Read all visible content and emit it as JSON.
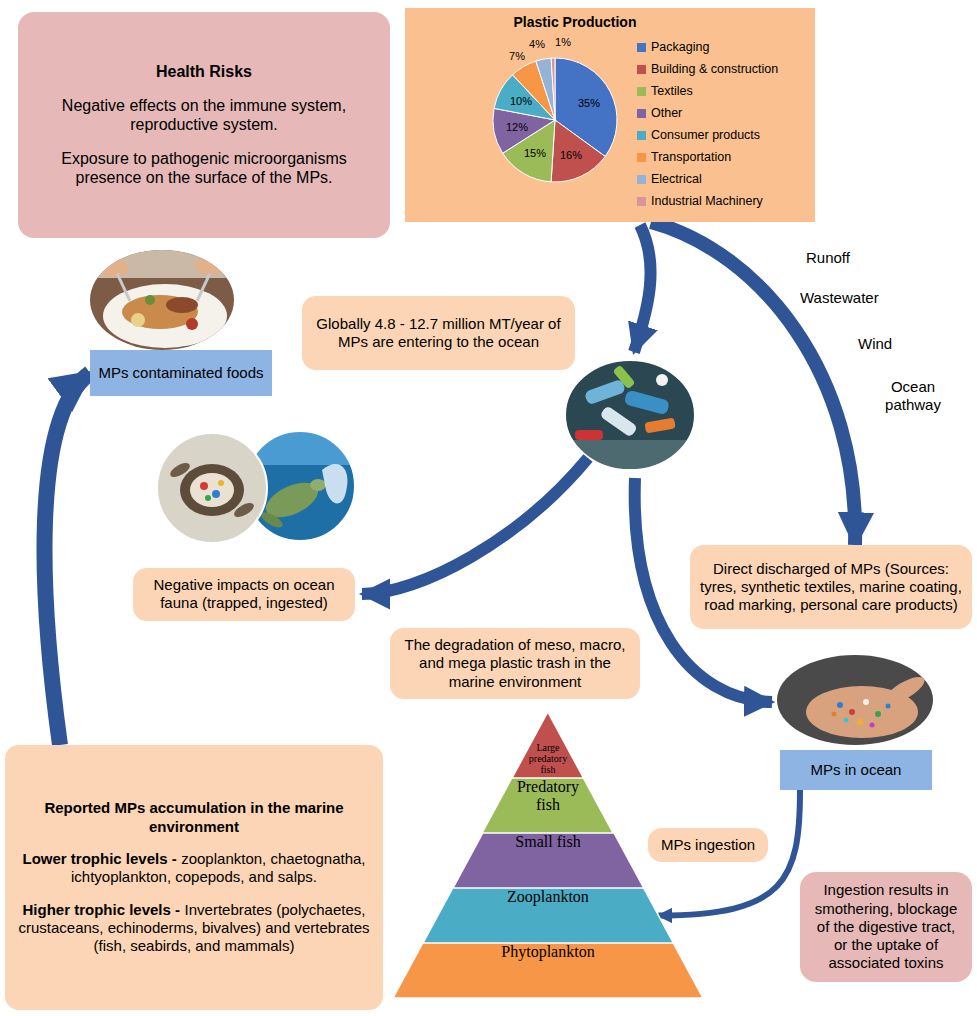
{
  "diagram": {
    "nodes": [
      {
        "text": [
          "Health Risks",
          "Negative effects on the immune system, reproductive system.",
          "Exposure to pathogenic microorganisms presence on the surface of the MPs."
        ]
      },
      {
        "text": [
          "Plastic Production"
        ]
      },
      {
        "text": [
          "MPs contaminated foods"
        ]
      },
      {
        "text": [
          "Globally 4.8 - 12.7 million MT/year of MPs are entering to the ocean"
        ]
      },
      {
        "text": [
          "Negative impacts on ocean fauna (trapped, ingested)"
        ]
      },
      {
        "text": [
          "Direct discharged of MPs (Sources: tyres, synthetic textiles, marine coating, road marking, personal care products)"
        ]
      },
      {
        "text": [
          "The degradation of meso, macro, and mega plastic trash in the marine environment"
        ]
      },
      {
        "text": [
          "MPs in ocean"
        ]
      },
      {
        "text": [
          "Reported MPs accumulation in the marine environment",
          "Lower trophic levels -",
          "zooplankton, chaetognatha, ichtyoplankton, copepods, and salps.",
          "Higher trophic levels -",
          "Invertebrates (polychaetes, crustaceans, echinoderms, bivalves) and vertebrates (fish, seabirds, and mammals)"
        ]
      },
      {
        "text": [
          "MPs ingestion"
        ]
      },
      {
        "text": [
          "Large predatory fish"
        ]
      },
      {
        "text": [
          "Predatory fish"
        ]
      },
      {
        "text": [
          "Small fish"
        ]
      },
      {
        "text": [
          "Zooplankton"
        ]
      },
      {
        "text": [
          "Phytoplankton"
        ]
      },
      {
        "text": [
          "Ingestion results in smothering, blockage of the digestive tract, or the uptake of associated toxins"
        ]
      }
    ],
    "edges": [
      {
        "from": 1,
        "to": 5,
        "arrow": "to"
      },
      {
        "from": 7,
        "to": 13,
        "arrow": "to"
      },
      {
        "from": 8,
        "to": 2,
        "arrow": "to"
      }
    ],
    "labels": [
      "35%",
      "16%",
      "15%",
      "12%",
      "10%",
      "7%",
      "4%",
      "1%",
      "Runoff",
      "Wastewater",
      "Wind",
      "Ocean pathway"
    ],
    "legend": [
      {
        "text": "Packaging",
        "color": "#4472C4"
      },
      {
        "text": "Building & construction",
        "color": "#C0504D"
      },
      {
        "text": "Textiles",
        "color": "#9BBB59"
      },
      {
        "text": "Other",
        "color": "#8064A2"
      },
      {
        "text": "Consumer products",
        "color": "#4BACC6"
      },
      {
        "text": "Transportation",
        "color": "#F79646"
      },
      {
        "text": "Electrical",
        "color": "#95B3D7"
      },
      {
        "text": "Industrial Machinery",
        "color": "#D99694"
      }
    ]
  }
}
